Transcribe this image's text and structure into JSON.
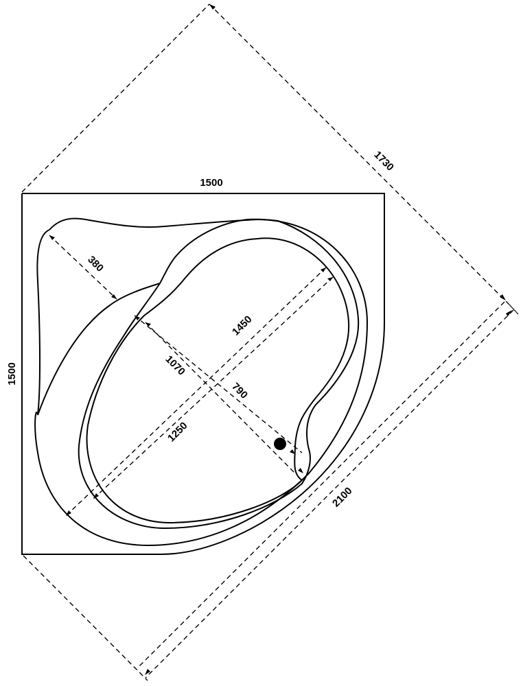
{
  "drawing": {
    "title": "Corner bathtub dimensional drawing",
    "line_color": "#000000",
    "background": "#ffffff",
    "units": "mm"
  },
  "dimensions": {
    "width_top": "1500",
    "height_left": "1500",
    "diagonal_back": "1730",
    "diagonal_front": "2100",
    "seat_depth": "380",
    "inner_long": "1450",
    "inner_front": "1250",
    "inner_width": "1070",
    "drain_offset": "790"
  },
  "features": {
    "drain": "drain-hole"
  }
}
